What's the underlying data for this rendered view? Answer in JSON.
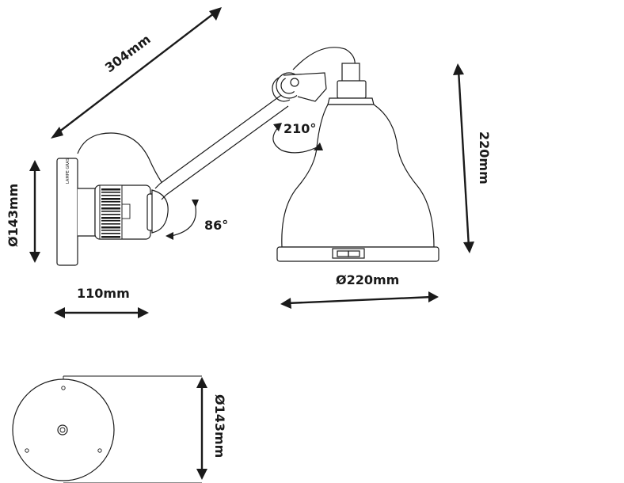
{
  "dimensions": {
    "arm_length": "304mm",
    "base_height": "Ø143mm",
    "rotation_shade": "210°",
    "rotation_arm": "86°",
    "shade_height": "220mm",
    "shade_diameter": "Ø220mm",
    "base_depth": "110mm",
    "plate_diameter": "Ø143mm"
  },
  "brand_mark": "LAMPE GRAS"
}
